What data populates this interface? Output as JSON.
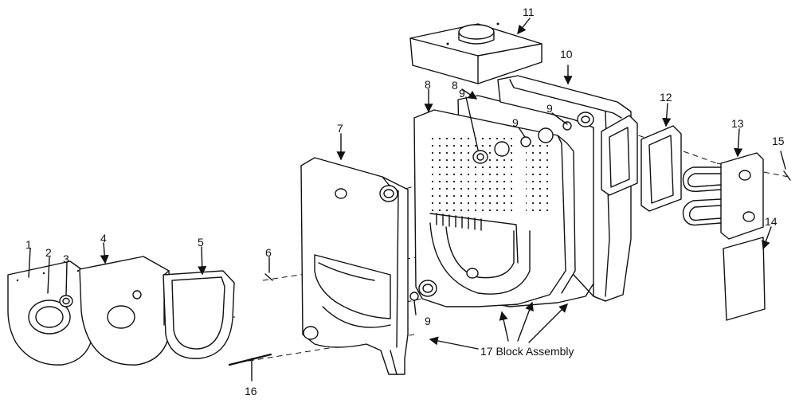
{
  "labels": {
    "p1": "1",
    "p2": "2",
    "p3": "3",
    "p4": "4",
    "p5": "5",
    "p6": "6",
    "p7": "7",
    "p8a": "8",
    "p8b": "8",
    "p9a": "9",
    "p9b": "9",
    "p9c": "9",
    "p9d": "9",
    "p10": "10",
    "p11": "11",
    "p12": "12",
    "p13": "13",
    "p14": "14",
    "p15": "15",
    "p16": "16",
    "p17": "17 Block Assembly"
  }
}
